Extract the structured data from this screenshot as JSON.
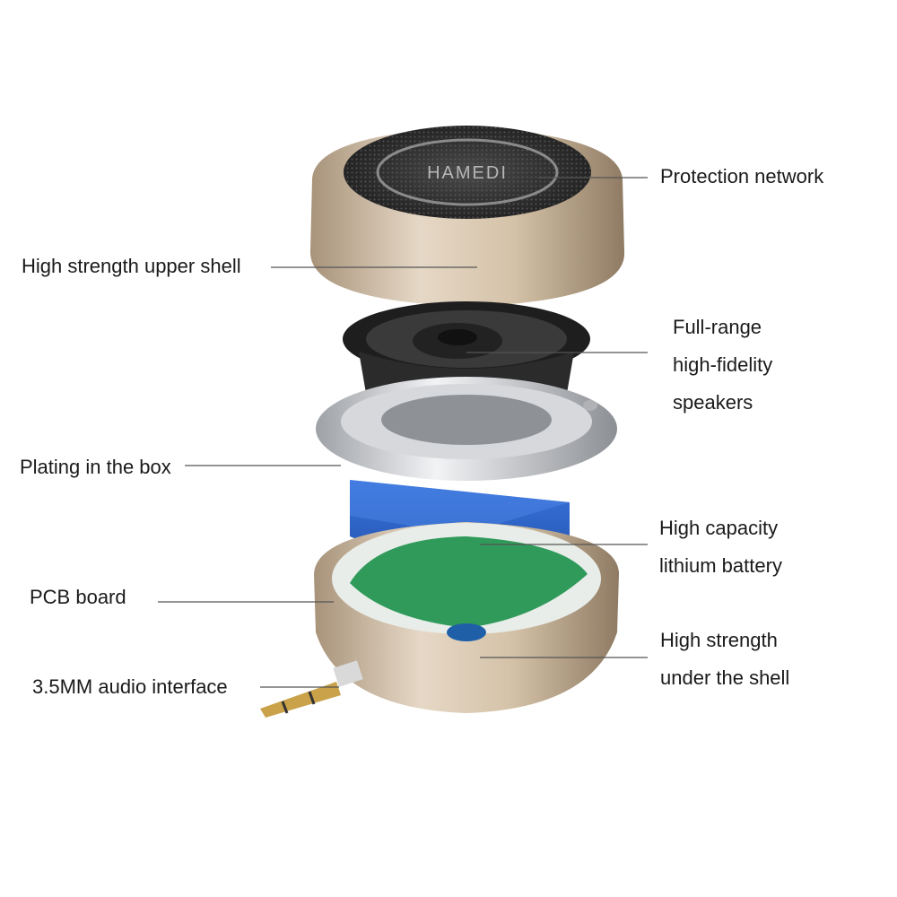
{
  "brand_mark": "HAMEDI",
  "labels": {
    "protection_network": "Protection network",
    "upper_shell": "High strength upper shell",
    "speakers_line1": "Full-range",
    "speakers_line2": "high-fidelity",
    "speakers_line3": "speakers",
    "plating": "Plating in the box",
    "battery_line1": "High capacity",
    "battery_line2": "lithium battery",
    "pcb": "PCB board",
    "under_shell_line1": "High strength",
    "under_shell_line2": "under the shell",
    "audio_interface": "3.5MM audio interface"
  },
  "colors": {
    "shell_gold": "#cbb79d",
    "mesh": "#3a3a3a",
    "battery_blue": "#2f63c8",
    "pcb_green": "#2f9a5a",
    "plate_silver": "#c7c9cc",
    "leader_line": "#555555"
  }
}
